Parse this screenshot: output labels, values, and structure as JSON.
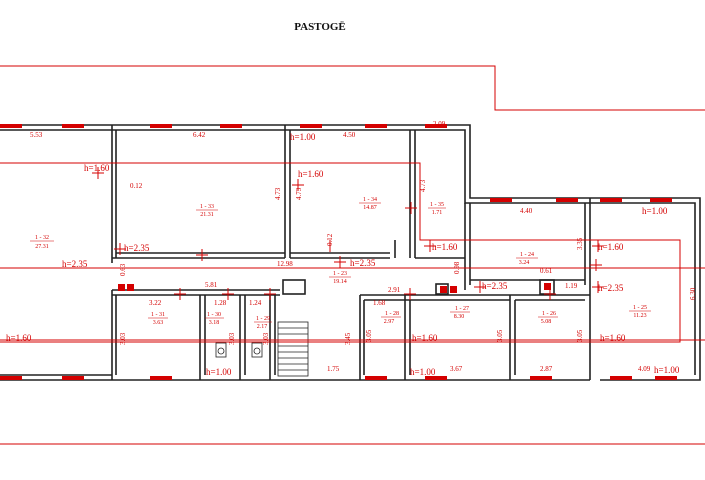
{
  "title": "PASTOGË",
  "rooms": [
    {
      "id": "1 - 32",
      "area": "27.31"
    },
    {
      "id": "1 - 33",
      "area": "21.31"
    },
    {
      "id": "1 - 34",
      "area": "14.87"
    },
    {
      "id": "1 - 35",
      "area": "1.71"
    },
    {
      "id": "1 - 24",
      "area": "3.24"
    },
    {
      "id": "1 - 25",
      "area": "11.23"
    },
    {
      "id": "1 - 23",
      "area": "19.14"
    },
    {
      "id": "1 - 31",
      "area": "3.63"
    },
    {
      "id": "1 - 30",
      "area": "3.18"
    },
    {
      "id": "1 - 29",
      "area": "2.17"
    },
    {
      "id": "1 - 28",
      "area": "2.97"
    },
    {
      "id": "1 - 27",
      "area": "8.30"
    },
    {
      "id": "1 - 26",
      "area": "5.08"
    }
  ],
  "heights": [
    "h=1.60",
    "h=2.35",
    "h=1.00"
  ],
  "dims": [
    "5.53",
    "6.42",
    "4.50",
    "2.09",
    "0.12",
    "4.73",
    "4.73",
    "4.73",
    "4.40",
    "3.35",
    "0.63",
    "12.98",
    "0.12",
    "0.98",
    "0.61",
    "1.19",
    "6.30",
    "3.22",
    "5.81",
    "1.28",
    "1.24",
    "3.03",
    "3.03",
    "3.03",
    "1.68",
    "2.91",
    "3.45",
    "3.05",
    "3.05",
    "3.05",
    "1.75",
    "3.67",
    "2.87",
    "4.09"
  ]
}
